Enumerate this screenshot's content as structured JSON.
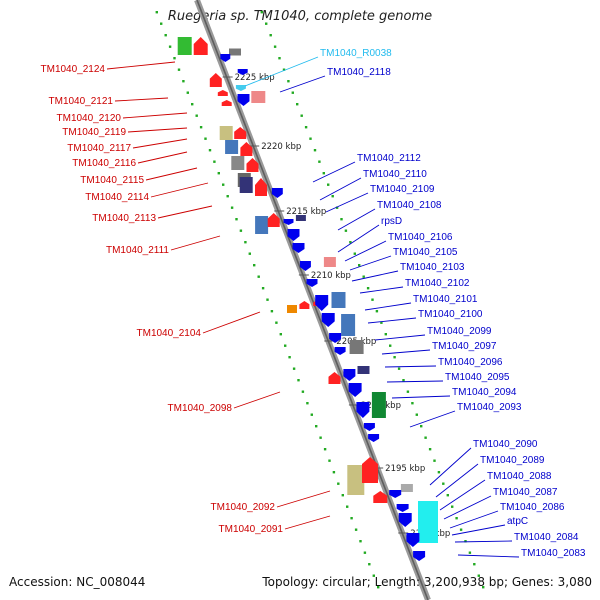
{
  "title": "Ruegeria sp. TM1040, complete genome",
  "footer": {
    "accession": "Accession: NC_008044",
    "topology": "Topology: circular; Length: 3,200,938 bp; Genes: 3,080"
  },
  "colors": {
    "reverse_label": "#cc0000",
    "forward_label": "#0000cc",
    "rna_label": "#22bbee",
    "backbone": "#7a7a7a",
    "dots": "#22aa22"
  },
  "ticks": [
    "2225 kbp",
    "2220 kbp",
    "2215 kbp",
    "2210 kbp",
    "2205 kbp",
    "2200 kbp",
    "2195 kbp",
    "2190 kbp"
  ],
  "left_labels": [
    "TM1040_2124",
    "TM1040_2121",
    "TM1040_2120",
    "TM1040_2119",
    "TM1040_2117",
    "TM1040_2116",
    "TM1040_2115",
    "TM1040_2114",
    "TM1040_2113",
    "TM1040_2111",
    "TM1040_2104",
    "TM1040_2098",
    "TM1040_2092",
    "TM1040_2091"
  ],
  "right_labels": [
    "TM1040_R0038",
    "TM1040_2118",
    "TM1040_2112",
    "TM1040_2110",
    "TM1040_2109",
    "TM1040_2108",
    "rpsD",
    "TM1040_2106",
    "TM1040_2105",
    "TM1040_2103",
    "TM1040_2102",
    "TM1040_2101",
    "TM1040_2100",
    "TM1040_2099",
    "TM1040_2097",
    "TM1040_2096",
    "TM1040_2095",
    "TM1040_2094",
    "TM1040_2093",
    "TM1040_2090",
    "TM1040_2089",
    "TM1040_2088",
    "TM1040_2087",
    "TM1040_2086",
    "atpC",
    "TM1040_2084",
    "TM1040_2083"
  ]
}
